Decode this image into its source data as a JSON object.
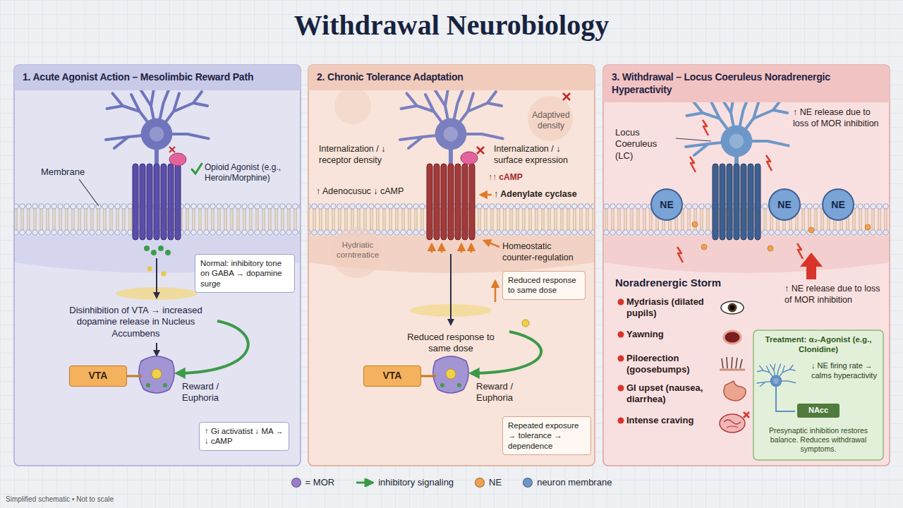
{
  "diagram": {
    "title": "Withdrawal Neurobiology",
    "caption": "Simplified schematic • Not to scale",
    "nodes": [
      {
        "text": [
          "1. Acute Agonist Action – Mesolimbic Reward Path"
        ]
      },
      {
        "text": [
          "Normal: inhibitory tone on GABA → dopamine surge"
        ],
        "in": 0
      },
      {
        "text": [
          "VTA"
        ],
        "in": 0
      },
      {
        "text": [
          "↑ Gi activatist ↓ MA → ↓ cAMP"
        ],
        "in": 0
      },
      {
        "text": [
          "2. Chronic Tolerance Adaptation"
        ]
      },
      {
        "text": [
          "Reduced response to same dose"
        ],
        "in": 4
      },
      {
        "text": [
          "VTA"
        ],
        "in": 4
      },
      {
        "text": [
          "Repeated exposure → tolerance → dependence"
        ],
        "in": 4
      },
      {
        "text": [
          "3. Withdrawal – Locus Coeruleus Noradrenergic Hyperactivity"
        ]
      },
      {
        "text": [
          "NE"
        ],
        "in": 8
      },
      {
        "text": [
          "NE"
        ],
        "in": 8
      },
      {
        "text": [
          "NE"
        ],
        "in": 8
      },
      {
        "text": [
          "Treatment: α₂-Agonist (e.g., Clonidine)",
          "↓ NE firing rate → calms hyperactivity",
          "Presynaptic inhibition restores balance. Reduces withdrawal symptoms."
        ],
        "in": 8
      },
      {
        "text": [
          "NAcc"
        ],
        "in": 12
      }
    ],
    "labels": [
      "Membrane",
      "Opioid Agonist (e.g., Heroin/Morphine)",
      "Disinhibition of VTA → increased dopamine release in Nucleus Accumbens",
      "Reward / Euphoria",
      "Adaptived density",
      "Internalization / ↓ receptor density",
      "Internalization / ↓ surface expression",
      "↑↑ cAMP",
      "↑ Adenocusuc ↓ cAMP",
      "↑ Adenylate cyclase",
      "Homeostatic counter-regulation",
      "Hydriatic corntreatice",
      "Reduced response to same dose",
      "Reward / Euphoria",
      "↑ NE release due to loss of MOR inhibition",
      "Locus Coeruleus (LC)",
      "Noradrenergic Storm",
      "Mydriasis (dilated pupils)",
      "Yawning",
      "Piloerection (goosebumps)",
      "GI upset (nausea, diarrhea)",
      "Intense craving",
      "↑ NE release due to loss of MOR inhibition"
    ],
    "legend": [
      {
        "text": "= MOR",
        "color": "#9b7cc8"
      },
      {
        "text": "inhibitory signaling"
      },
      {
        "text": "NE",
        "color": "#f0a050"
      },
      {
        "text": "neuron membrane",
        "color": "#6f95c8"
      }
    ]
  }
}
